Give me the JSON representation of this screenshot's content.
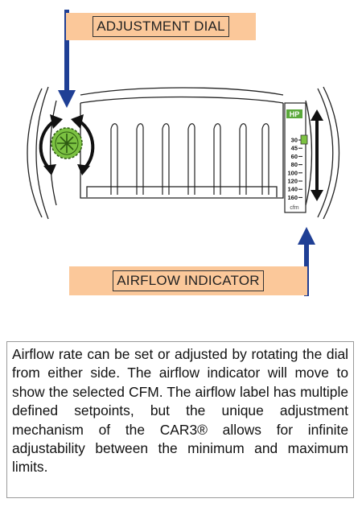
{
  "labels": {
    "adjustment_dial": "ADJUSTMENT DIAL",
    "airflow_indicator": "AIRFLOW INDICATOR"
  },
  "scale": {
    "hp": "HP",
    "ticks": [
      "30",
      "45",
      "60",
      "80",
      "100",
      "120",
      "140",
      "160"
    ],
    "unit": "cfm"
  },
  "description": "Airflow rate can be set or adjusted by rotating the dial from either side. The airflow indicator will move to show the selected CFM. The airflow label has multiple defined setpoints, but the unique adjustment mechanism of the CAR3® allows for infinite adjustability between the minimum and maximum limits.",
  "colors": {
    "label_fill": "#fbc89a",
    "arrow_blue": "#1f3f95",
    "dial_green": "#7cc242",
    "hp_green": "#5aa83a"
  }
}
